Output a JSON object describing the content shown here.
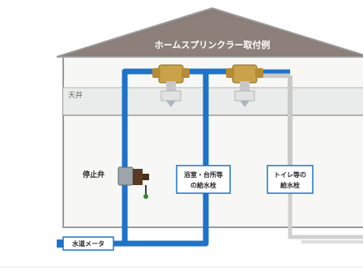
{
  "title": "ホームスプリンクラー取付例",
  "labels": {
    "ceiling": "天井",
    "stop_valve": "停止弁",
    "bath_kitchen_line1": "浴室・台所等",
    "bath_kitchen_line2": "の給水栓",
    "toilet_line1": "トイレ等の",
    "toilet_line2": "給水栓",
    "water_meter": "水道メータ"
  },
  "colors": {
    "roof": "#8b7d78",
    "house_outline": "#9a9a9a",
    "ceiling_band": "#e9ecea",
    "room": "#f7f8f6",
    "pipe_blue": "#1e73c8",
    "pipe_gray": "#c9c9c9",
    "label_border": "#1e73c8",
    "sprinkler_brass": "#c9a24a"
  }
}
